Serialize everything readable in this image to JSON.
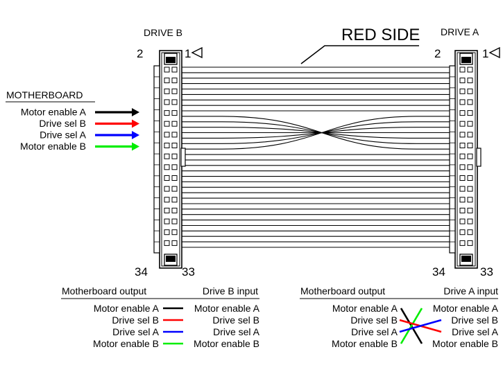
{
  "connectors": {
    "drive_b": {
      "label": "DRIVE B",
      "pin_top_left": "2",
      "pin_top_right": "1",
      "pin_bottom_left": "34",
      "pin_bottom_right": "33"
    },
    "drive_a": {
      "label": "DRIVE A",
      "pin_top_left": "2",
      "pin_top_right": "1",
      "pin_bottom_left": "34",
      "pin_bottom_right": "33"
    }
  },
  "red_side_label": "RED SIDE",
  "motherboard": {
    "title": "MOTHERBOARD",
    "signals": [
      {
        "label": "Motor enable A",
        "color": "#000000"
      },
      {
        "label": "Drive sel B",
        "color": "#ff0000"
      },
      {
        "label": "Drive sel A",
        "color": "#0000ff"
      },
      {
        "label": "Motor enable B",
        "color": "#00ee00"
      }
    ]
  },
  "table_b": {
    "header_left": "Motherboard output",
    "header_right": "Drive B input",
    "rows": [
      {
        "left": "Motor enable A",
        "right": "Motor enable A",
        "color": "#000000"
      },
      {
        "left": "Drive sel B",
        "right": "Drive sel B",
        "color": "#ff0000"
      },
      {
        "left": "Drive sel A",
        "right": "Drive sel A",
        "color": "#0000ff"
      },
      {
        "left": "Motor enable B",
        "right": "Motor enable B",
        "color": "#00ee00"
      }
    ]
  },
  "table_a": {
    "header_left": "Motherboard output",
    "header_right": "Drive A input",
    "rows": [
      {
        "left": "Motor enable A",
        "right": "Motor enable A"
      },
      {
        "left": "Drive sel B",
        "right": "Drive sel B"
      },
      {
        "left": "Drive sel A",
        "right": "Drive sel A"
      },
      {
        "left": "Motor enable B",
        "right": "Motor enable B"
      }
    ]
  },
  "colors": {
    "black": "#000000",
    "red": "#ff0000",
    "blue": "#0000ff",
    "green": "#00ee00"
  }
}
